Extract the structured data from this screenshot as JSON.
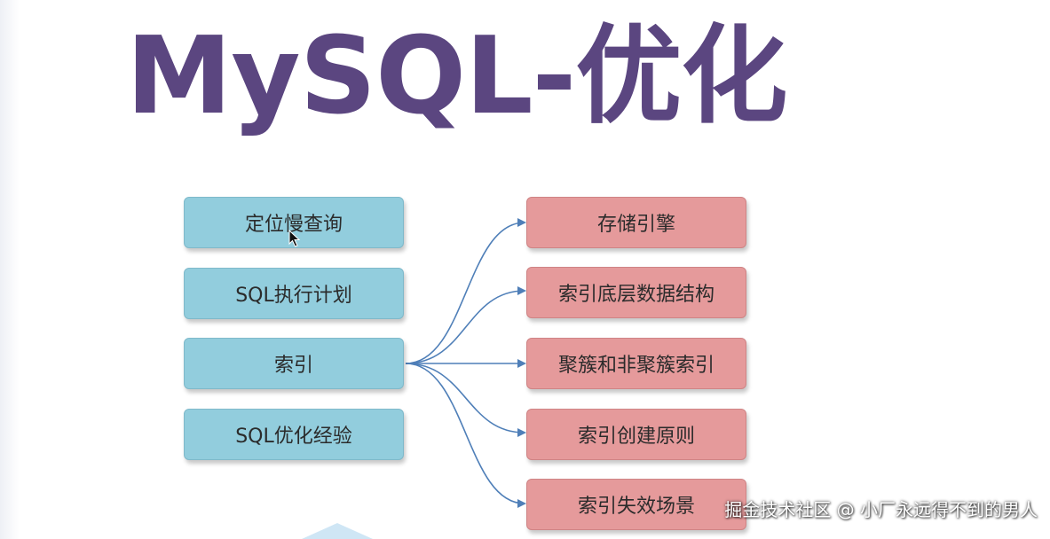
{
  "title": "MySQL-优化",
  "left_items": [
    {
      "label": "定位慢查询"
    },
    {
      "label": "SQL执行计划"
    },
    {
      "label": "索引"
    },
    {
      "label": "SQL优化经验"
    }
  ],
  "right_items": [
    {
      "label": "存储引擎"
    },
    {
      "label": "索引底层数据结构"
    },
    {
      "label": "聚簇和非聚簇索引"
    },
    {
      "label": "索引创建原则"
    },
    {
      "label": "索引失效场景"
    }
  ],
  "watermark": "掘金技术社区 @ 小厂永远得不到的男人",
  "colors": {
    "title": "#5b4680",
    "left_box": "#92cddd",
    "right_box": "#e59a9b",
    "connector": "#4f7fb8"
  }
}
